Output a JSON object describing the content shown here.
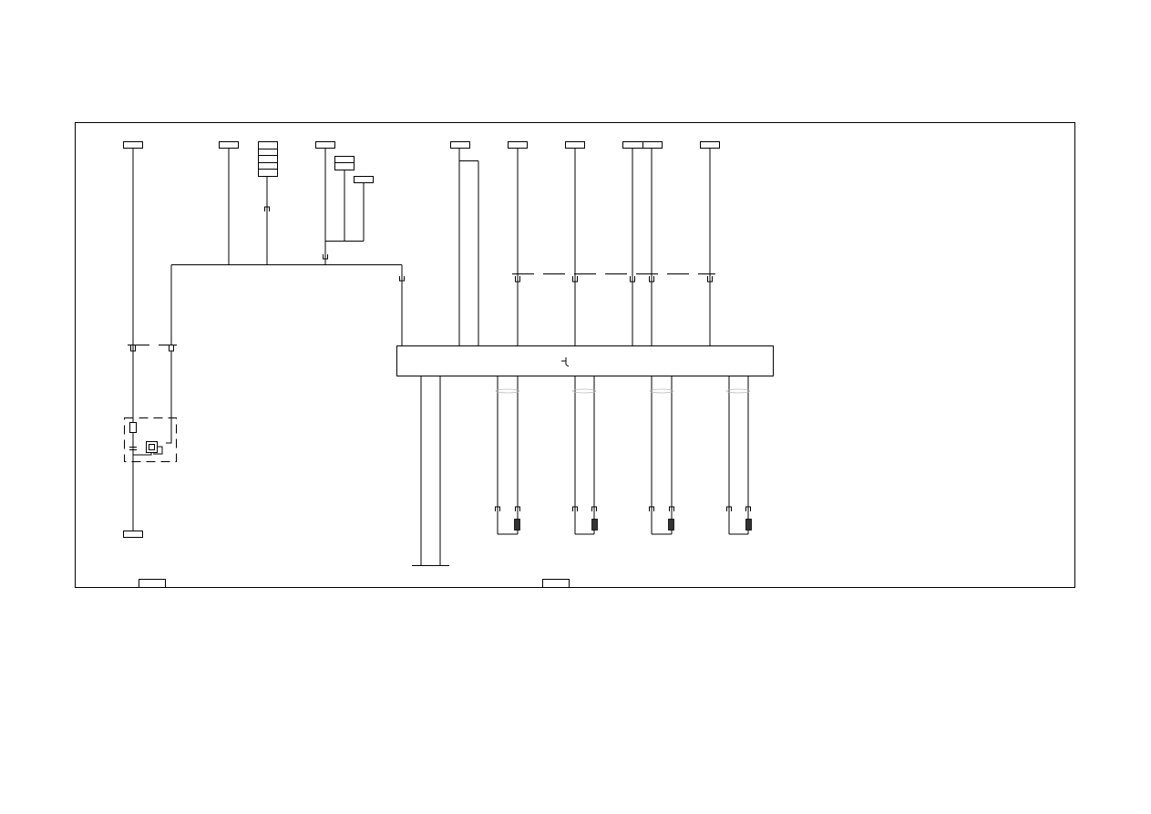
{
  "diagram": {
    "type": "wiring-schematic",
    "line_color": "#000000",
    "background": "#ffffff",
    "connector_style": "small-u-terminal",
    "sensor_style": "filled-rectangle",
    "text_labels": []
  }
}
